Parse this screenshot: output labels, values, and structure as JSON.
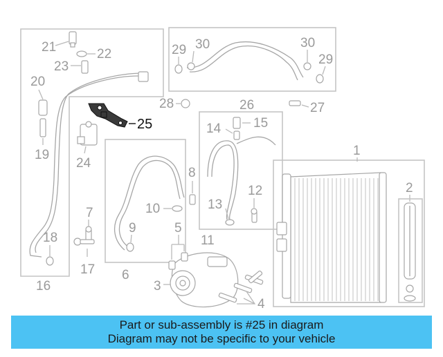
{
  "diagram": {
    "highlighted_part": "25",
    "parts": {
      "p1": "1",
      "p2": "2",
      "p3": "3",
      "p4": "4",
      "p5": "5",
      "p6": "6",
      "p7": "7",
      "p8": "8",
      "p9": "9",
      "p10": "10",
      "p11": "11",
      "p12": "12",
      "p13": "13",
      "p14": "14",
      "p15": "15",
      "p16": "16",
      "p17": "17",
      "p18": "18",
      "p19": "19",
      "p20": "20",
      "p21": "21",
      "p22": "22",
      "p23": "23",
      "p24": "24",
      "p26": "26",
      "p27": "27",
      "p28": "28",
      "p29a": "29",
      "p29b": "29",
      "p30a": "30",
      "p30b": "30"
    }
  },
  "banner": {
    "line1": "Part or sub-assembly is #25 in diagram",
    "line2": "Diagram may not be specific to your vehicle",
    "color": "#4cc2f3"
  }
}
